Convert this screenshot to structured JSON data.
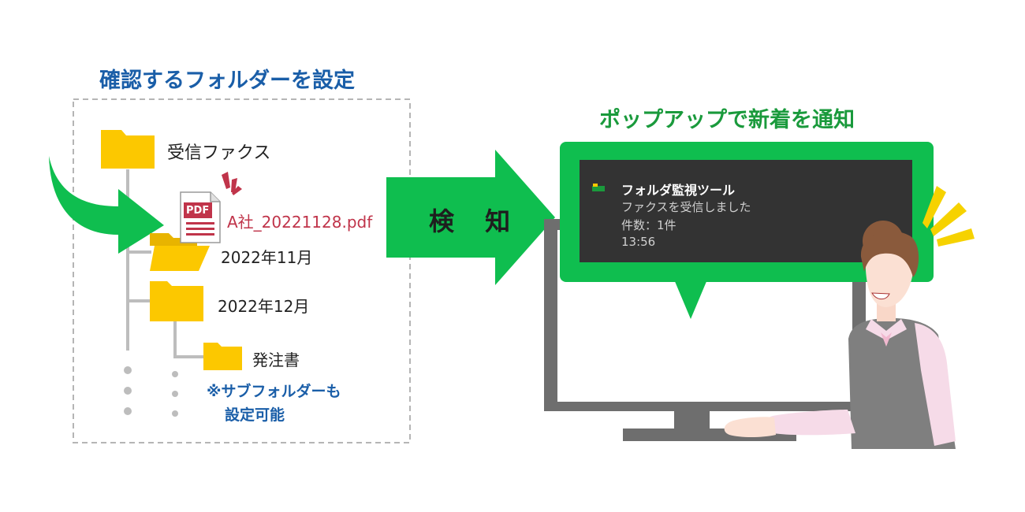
{
  "left_panel": {
    "title": "確認するフォルダーを設定",
    "root_folder": "受信ファクス",
    "incoming_file": {
      "badge": "PDF",
      "filename": "A社_20221128.pdf"
    },
    "subfolders": [
      "2022年11月",
      "2022年12月"
    ],
    "nested_folder": "発注書",
    "note_line1": "※サブフォルダーも",
    "note_line2": "設定可能"
  },
  "center": {
    "detect_label": "検 知"
  },
  "right_panel": {
    "title": "ポップアップで新着を通知",
    "notification": {
      "app_name": "フォルダ監視ツール",
      "message": "ファクスを受信しました",
      "count": "件数：1件",
      "time": "13:56"
    }
  },
  "colors": {
    "blue_heading": "#1a5ea8",
    "green_accent": "#0fbe4f",
    "folder_yellow": "#fcc800",
    "pdf_red": "#c0344a",
    "alert_yellow": "#f6d200"
  }
}
